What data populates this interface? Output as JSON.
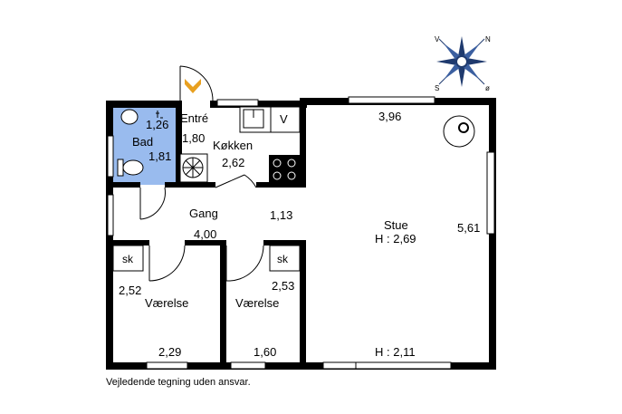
{
  "rooms": {
    "bad": {
      "name": "Bad",
      "area": "1,81",
      "dim": "1,26"
    },
    "entre": {
      "name": "Entré",
      "dim": "1,80"
    },
    "kokken": {
      "name": "Køkken",
      "dim": "2,62",
      "fridge": "V"
    },
    "gang": {
      "name": "Gang",
      "dim_w": "4,00",
      "dim_mid": "1,13"
    },
    "stue": {
      "name": "Stue",
      "height": "H : 2,69",
      "dim_top": "3,96",
      "dim_right": "5,61",
      "height_low": "H : 2,11"
    },
    "vaerelse1": {
      "name": "Værelse",
      "dim_side": "2,52",
      "dim_bottom": "2,29",
      "closet": "sk"
    },
    "vaerelse2": {
      "name": "Værelse",
      "dim_side": "2,53",
      "dim_bottom": "1,60",
      "closet": "sk"
    }
  },
  "compass": {
    "n": "N",
    "v": "V",
    "s": "S",
    "o": "ø"
  },
  "footer": {
    "note": "Vejledende tegning uden ansvar."
  },
  "colors": {
    "bathroom": "#99bbee",
    "entry_arrow": "#e8a020",
    "compass": "#1f3a6e"
  }
}
